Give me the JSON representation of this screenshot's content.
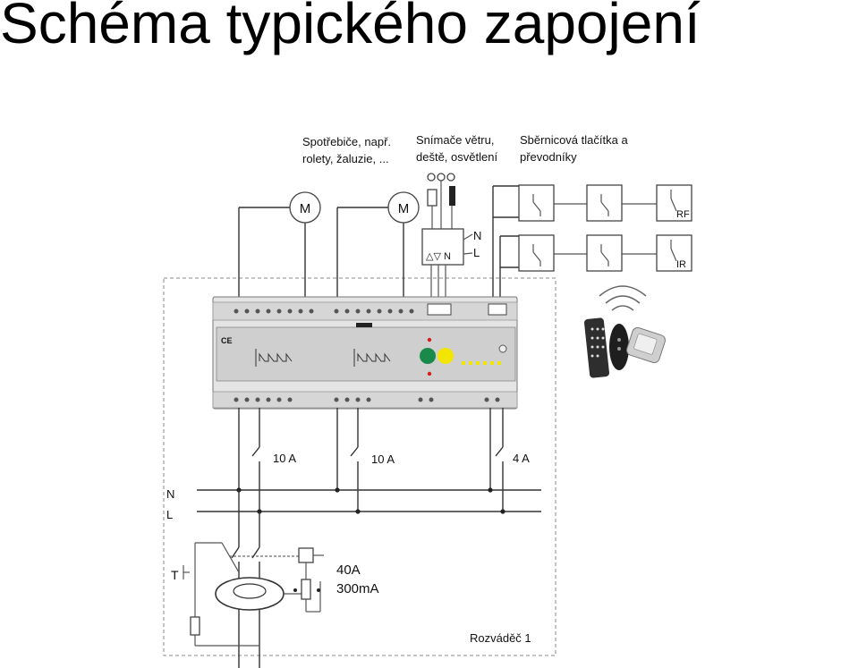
{
  "title": "Schéma typického zapojení",
  "labels": {
    "consumers": [
      "Spotřebiče, např.",
      "rolety, žaluzie, ..."
    ],
    "sensors": [
      "Snímače větru,",
      "deště, osvětlení"
    ],
    "bus_buttons": [
      "Sběrnicová tlačítka a",
      "převodníky"
    ],
    "motor": "M",
    "sensor_box": "△▽ N",
    "n": "N",
    "l": "L",
    "rf": "RF",
    "ir": "IR",
    "fuse_1": "10 A",
    "fuse_2": "10 A",
    "fuse_3": "4 A",
    "rcd_current": "40A",
    "rcd_residual": "300mA",
    "t": "T",
    "panel": "Rozváděč 1",
    "ce": "CE"
  },
  "colors": {
    "device_body": "#d9d9d9",
    "device_front": "#cfcfcf",
    "status_green": "#1a8a4a",
    "status_yellow": "#f2e600",
    "led_red": "#d22020",
    "wire": "#333333"
  }
}
